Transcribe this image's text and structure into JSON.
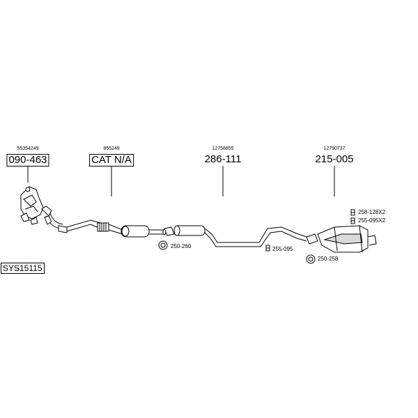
{
  "callouts": [
    {
      "oem": "55354249",
      "part": "090-463"
    },
    {
      "oem": "855249",
      "part": "CAT N/A"
    },
    {
      "oem": "12758855",
      "part": "286-111"
    },
    {
      "oem": "12790737",
      "part": "215-005"
    }
  ],
  "fittings": [
    {
      "label": "250-260",
      "icon": "clamp-ring-icon"
    },
    {
      "label": "255-095",
      "icon": "bracket-icon"
    },
    {
      "label": "250-258",
      "icon": "clamp-ring-icon"
    },
    {
      "label": "258-128X2",
      "icon": "hanger-icon"
    },
    {
      "label": "255-095X2",
      "icon": "hanger-icon"
    }
  ],
  "system_code": "SYS15115",
  "colors": {
    "line": "#000000",
    "fill": "#ffffff",
    "shade": "#d9d9d9"
  }
}
